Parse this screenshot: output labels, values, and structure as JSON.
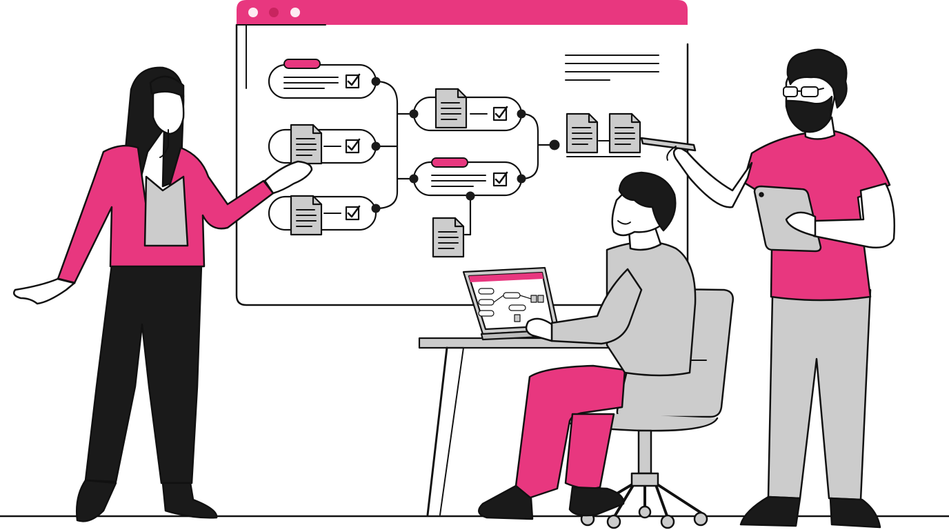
{
  "colors": {
    "accent": "#e8377f",
    "ink": "#111111",
    "paper": "#ffffff",
    "gray": "#cccccc",
    "gray_dark": "#bdbdbd",
    "dark": "#1a1a1a"
  },
  "icons": {
    "window_dots": "window-control-dots",
    "check": "checkbox-checked-icon",
    "document": "document-icon"
  },
  "scene": {
    "people": [
      "presenter-woman",
      "seated-man-with-laptop",
      "bearded-man-with-tablet"
    ],
    "flowchart_rows": 5
  }
}
